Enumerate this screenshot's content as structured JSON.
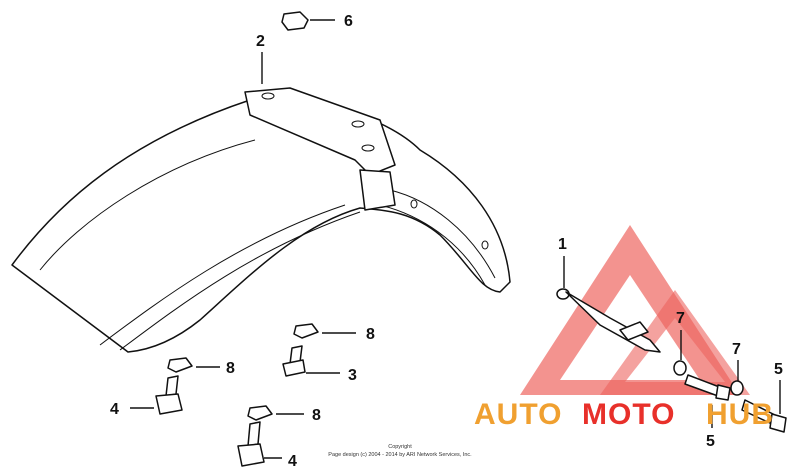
{
  "callouts": [
    {
      "id": "c6",
      "label": "6"
    },
    {
      "id": "c2",
      "label": "2"
    },
    {
      "id": "c1",
      "label": "1"
    },
    {
      "id": "c7a",
      "label": "7"
    },
    {
      "id": "c7b",
      "label": "7"
    },
    {
      "id": "c5a",
      "label": "5"
    },
    {
      "id": "c5b",
      "label": "5"
    },
    {
      "id": "c8a",
      "label": "8"
    },
    {
      "id": "c8b",
      "label": "8"
    },
    {
      "id": "c8c",
      "label": "8"
    },
    {
      "id": "c3",
      "label": "3"
    },
    {
      "id": "c4a",
      "label": "4"
    },
    {
      "id": "c4b",
      "label": "4"
    }
  ],
  "copyright": {
    "line1": "Copyright",
    "line2": "Page design (c) 2004 - 2014 by ARI Network Services, Inc."
  },
  "watermark": {
    "part1": "AUTO",
    "part2": "MOTO",
    "part3": "HUB",
    "color_orange": "#f0a030",
    "color_red": "#e8302a"
  }
}
